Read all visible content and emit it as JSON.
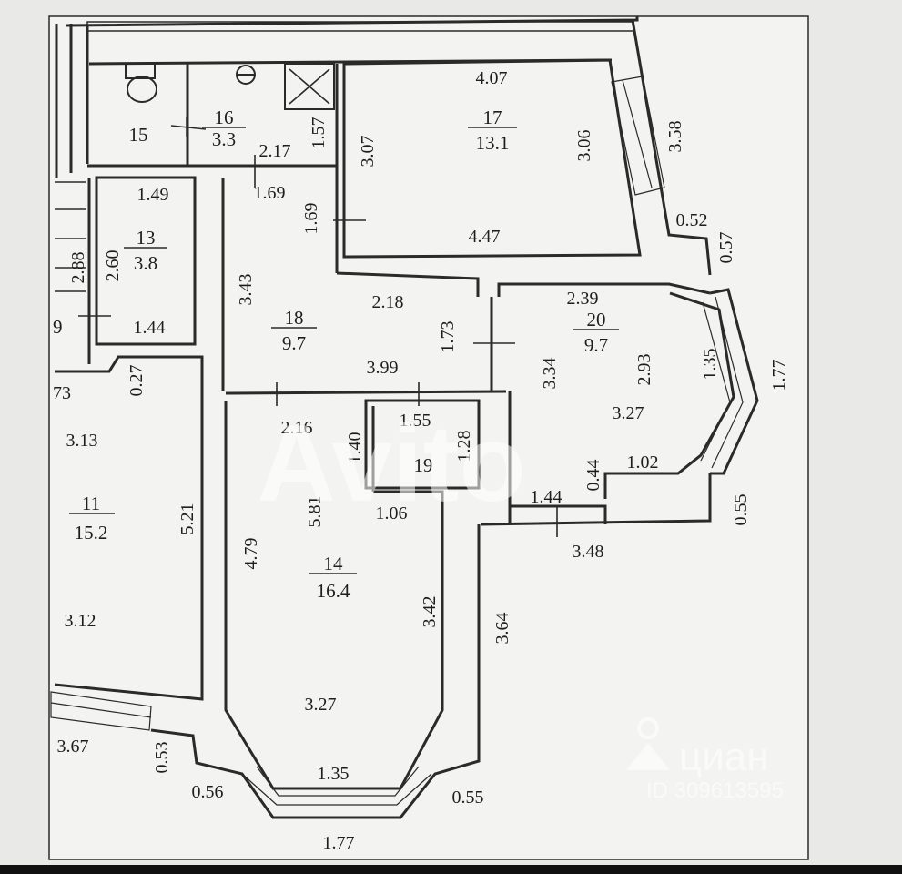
{
  "rooms": [
    {
      "number": "15",
      "area": ""
    },
    {
      "number": "16",
      "area": "3.3"
    },
    {
      "number": "17",
      "area": "13.1"
    },
    {
      "number": "13",
      "area": "3.8"
    },
    {
      "number": "18",
      "area": "9.7"
    },
    {
      "number": "20",
      "area": "9.7"
    },
    {
      "number": "19",
      "area": ""
    },
    {
      "number": "11",
      "area": "15.2"
    },
    {
      "number": "14",
      "area": "16.4"
    },
    {
      "number": "9",
      "area": ""
    }
  ],
  "dimensions": [
    "4.07",
    "3.07",
    "3.06",
    "4.47",
    "3.58",
    "0.52",
    "0.57",
    "2.17",
    "1.57",
    "1.69",
    "1.69",
    "1.49",
    "2.60",
    "2.88",
    "1.44",
    "3.43",
    "2.18",
    "1.73",
    "3.99",
    "2.39",
    "3.34",
    "2.93",
    "1.35",
    "1.77",
    "3.27",
    "1.02",
    "0.44",
    "1.44",
    "0.55",
    "3.48",
    "0.27",
    "73",
    "3.13",
    "5.21",
    "3.12",
    "3.67",
    "0.53",
    "0.56",
    "2.16",
    "1.55",
    "1.40",
    "1.28",
    "5.81",
    "1.06",
    "4.79",
    "3.42",
    "3.27",
    "1.35",
    "0.55",
    "1.77",
    "3.64"
  ],
  "watermarks": {
    "avito": "Avito",
    "cian_logo": "циан",
    "cian_id": "ID 309613595"
  }
}
